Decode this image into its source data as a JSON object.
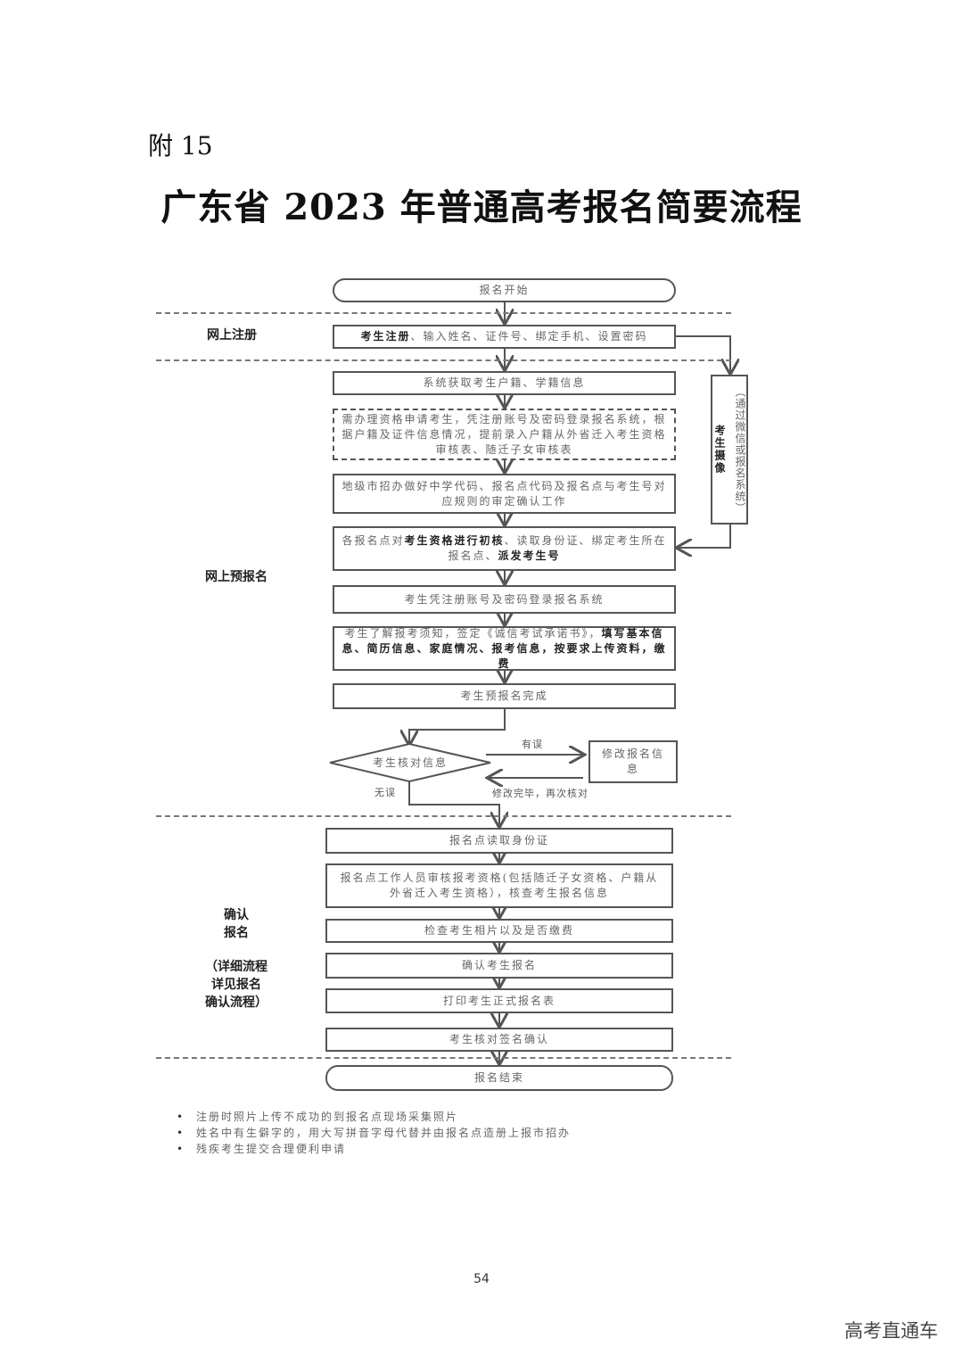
{
  "header": {
    "appendix": "附 15",
    "title": "广东省 2023 年普通高考报名简要流程"
  },
  "sections": {
    "register": "网上注册",
    "pre_register": "网上预报名",
    "confirm": [
      "确认",
      "报名",
      "",
      "（详细流程",
      "详见报名",
      "确认流程）"
    ]
  },
  "flow": {
    "start": "报名开始",
    "step_register_bold": "考生注册",
    "step_register_rest": "、输入姓名、证件号、绑定手机、设置密码",
    "step_system": "系统获取考生户籍、学籍信息",
    "step_qualification": "需办理资格申请考生，凭注册账号及密码登录报名系统，根据户籍及证件信息情况，提前录入户籍从外省迁入考生资格审核表、随迁子女审核表",
    "step_city": "地级市招办做好中学代码、报名点代码及报名点与考生号对应规则的审定确认工作",
    "step_initial_a": "各报名点对",
    "step_initial_b": "考生资格进行初核",
    "step_initial_c": "、读取身份证、绑定考生所在报名点、",
    "step_initial_d": "派发考生号",
    "step_login": "考生凭注册账号及密码登录报名系统",
    "step_fill_a": "考生了解报考须知，签定《诚信考试承诺书》，",
    "step_fill_b": "填写基本信息、简历信息、家庭情况、报考信息，按要求上传资料，缴费",
    "step_pre_done": "考生预报名完成",
    "decision": "考生核对信息",
    "has_error": "有误",
    "no_error": "无误",
    "modify": "修改报名信息",
    "recheck": "修改完毕，再次核对",
    "step_read_id": "报名点读取身份证",
    "step_review": "报名点工作人员审核报考资格(包括随迁子女资格、户籍从外省迁入考生资格），核查考生报名信息",
    "step_photo": "检查考生相片以及是否缴费",
    "step_confirm": "确认考生报名",
    "step_print": "打印考生正式报名表",
    "step_sign": "考生核对签名确认",
    "end": "报名结束",
    "side_bold": "考生摄像",
    "side_text": "（通过微信或报名系统）"
  },
  "notes": [
    "注册时照片上传不成功的到报名点现场采集照片",
    "姓名中有生僻字的，用大写拼音字母代替并由报名点造册上报市招办",
    "残疾考生提交合理便利申请"
  ],
  "footer": {
    "page_number": "54",
    "watermark": "高考直通车"
  }
}
